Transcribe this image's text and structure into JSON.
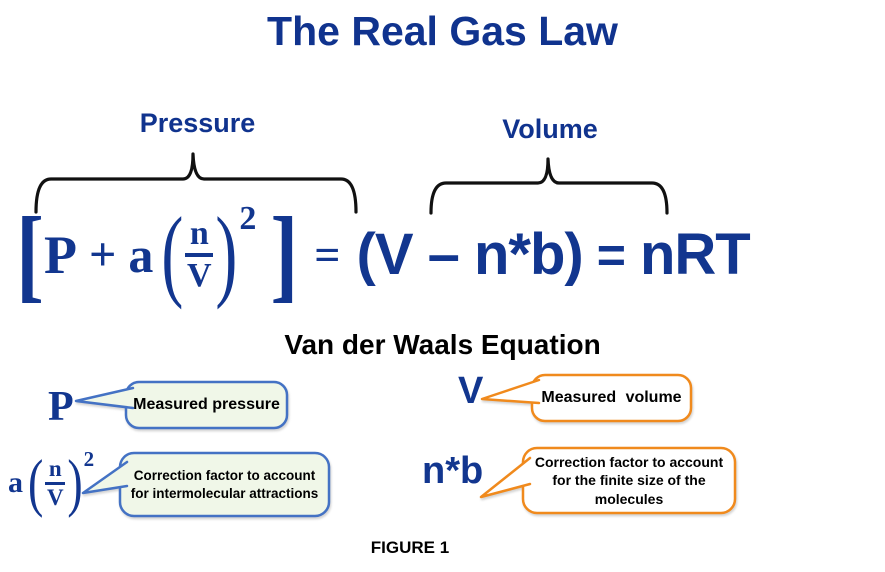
{
  "title": "The Real Gas Law",
  "colors": {
    "heading_blue": "#10338E",
    "equation_blue": "#12368F",
    "blue_callout_border": "#4472C4",
    "blue_callout_fill": "#F0F7E8",
    "orange_callout_border": "#F08A1D",
    "orange_callout_fill": "#FFFFFF",
    "text_black": "#000000"
  },
  "equation": {
    "pressure_label": "Pressure",
    "volume_label": "Volume",
    "left_bracket": "[",
    "p_term": "P",
    "plus": "+",
    "a_coeff": "a",
    "open_paren": "(",
    "close_paren": ")",
    "fraction": {
      "numerator": "n",
      "denominator": "V"
    },
    "exponent": "2",
    "right_bracket": "]",
    "equals_1": "=",
    "volume_term": "(V – n*b)",
    "equals_2": "=",
    "nrt_term": "nRT",
    "caption": "Van der Waals Equation"
  },
  "callouts": [
    {
      "symbol": "P",
      "style": "blue",
      "text": "Measured pressure"
    },
    {
      "symbol": "V",
      "style": "orange",
      "text": "Measured volume"
    },
    {
      "symbol_prefix": "a",
      "open_paren": "(",
      "close_paren": ")",
      "fraction": {
        "numerator": "n",
        "denominator": "V"
      },
      "exponent": "2",
      "style": "blue",
      "text": "Correction factor to account for intermolecular attractions"
    },
    {
      "symbol": "n*b",
      "style": "orange",
      "text": "Correction factor to account for the finite size of the molecules"
    }
  ],
  "figure_caption": "FIGURE 1"
}
